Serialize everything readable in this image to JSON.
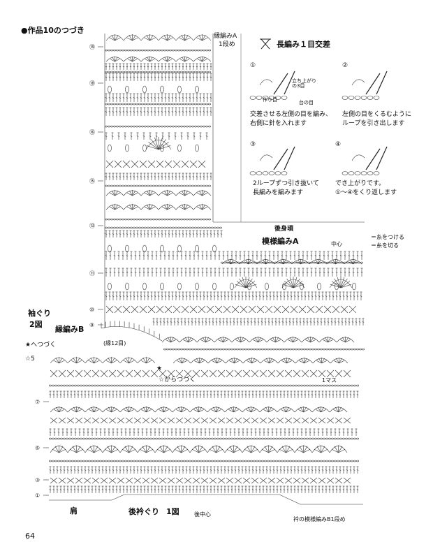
{
  "header": {
    "title": "●作品10のつづき"
  },
  "top_panel": {
    "label": "縁編みA",
    "row": "1段め"
  },
  "legend": {
    "symbol_title": "長編み１目交差",
    "steps": [
      {
        "num": "①",
        "text": "交差させる左側の目を編み、\n右側に針を入れます",
        "c1": "立ち上がりの3目",
        "c2": "作り目",
        "c3": "台の目"
      },
      {
        "num": "②",
        "text": "左側の目をくるむように\nループを引き出します"
      },
      {
        "num": "③",
        "text": "2ループずつ引き抜いて\n長編みを編みます"
      },
      {
        "num": "④",
        "text": "でき上がりです。\n①〜④をくり返します"
      }
    ],
    "attach": "＝糸をつける",
    "cut": "＝糸を切る"
  },
  "back_body": {
    "label": "後身頃",
    "pattern": "模様編みA",
    "center": "中心"
  },
  "armhole": {
    "label": "袖ぐり",
    "fig": "2図",
    "edging": "縁編みB",
    "rows": "(縁12目)"
  },
  "star_continue": "★へつづく",
  "star5": "☆5",
  "black_star_from": "★",
  "white_star_from": "☆からつづく",
  "one_square": "1マス",
  "row_marks": [
    "⑲",
    "⑱",
    "⑯",
    "⑮",
    "⑬",
    "⑪",
    "⑩",
    "⑨",
    "⑦",
    "⑤",
    "③",
    "①"
  ],
  "bottom": {
    "shoulder": "肩",
    "neckline": "後衿ぐり",
    "fig": "1図",
    "center": "後中心",
    "note": "衿の模様編みB1段め"
  },
  "page_number": "64"
}
